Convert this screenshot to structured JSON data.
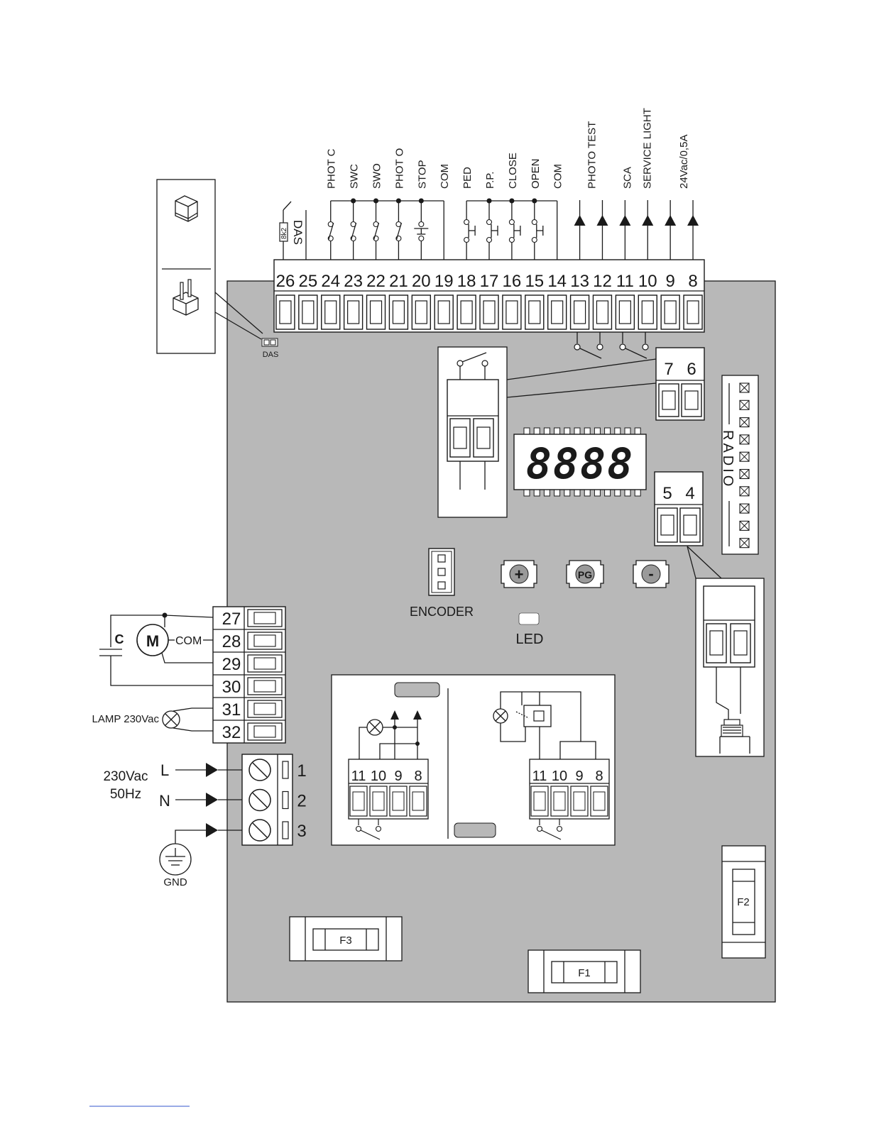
{
  "colors": {
    "board": "#b8b8b8",
    "line": "#1a1a1a",
    "white": "#ffffff",
    "button": "#9a9a9a"
  },
  "top_terminals": [
    "26",
    "25",
    "24",
    "23",
    "22",
    "21",
    "20",
    "19",
    "18",
    "17",
    "16",
    "15",
    "14",
    "13",
    "12",
    "11",
    "10",
    "9",
    "8"
  ],
  "top_labels": [
    {
      "term": "24",
      "text": "PHOT C"
    },
    {
      "term": "23",
      "text": "SWC"
    },
    {
      "term": "22",
      "text": "SWO"
    },
    {
      "term": "21",
      "text": "PHOT O"
    },
    {
      "term": "20",
      "text": "STOP"
    },
    {
      "term": "19",
      "text": "COM"
    },
    {
      "term": "18",
      "text": "PED"
    },
    {
      "term": "17",
      "text": "P.P."
    },
    {
      "term": "16",
      "text": "CLOSE"
    },
    {
      "term": "15",
      "text": "OPEN"
    },
    {
      "term": "14",
      "text": "COM"
    },
    {
      "term": "13",
      "text": "PHOTO TEST"
    },
    {
      "term": "11",
      "text": "SCA"
    },
    {
      "term": "10",
      "text": "SERVICE LIGHT"
    },
    {
      "term": "8",
      "text": "24Vac/0,5A"
    }
  ],
  "das": {
    "label": "DAS",
    "resistor": "8k2",
    "board_label": "DAS"
  },
  "relay_76": [
    "7",
    "6"
  ],
  "radio_54": [
    "5",
    "4"
  ],
  "radio_label": "RADIO",
  "display_text": "8888",
  "encoder_label": "ENCODER",
  "led_label": "LED",
  "buttons": {
    "plus": "+",
    "pg": "PG",
    "minus": "-"
  },
  "motor": {
    "terminals": [
      "27",
      "28",
      "29",
      "30",
      "31",
      "32"
    ],
    "motor_label": "M",
    "cap_label": "C",
    "com_label": "COM",
    "lamp_label": "LAMP 230Vac"
  },
  "power": {
    "terminals": [
      "1",
      "2",
      "3"
    ],
    "voltage": "230Vac",
    "freq": "50Hz",
    "l": "L",
    "n": "N",
    "gnd": "GND"
  },
  "inset_terminals": [
    "11",
    "10",
    "9",
    "8"
  ],
  "fuses": [
    "F3",
    "F1",
    "F2"
  ]
}
